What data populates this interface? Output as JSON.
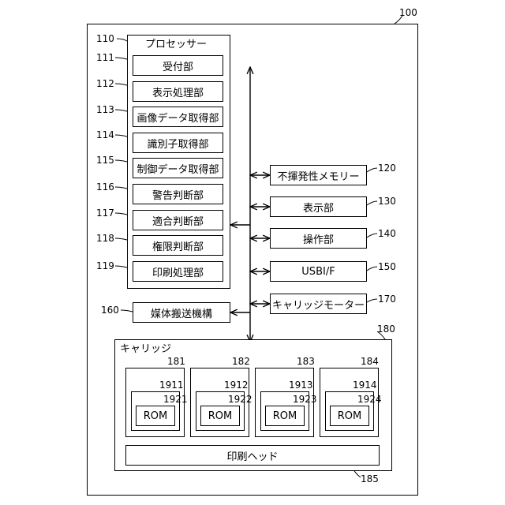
{
  "device": {
    "ref": "100"
  },
  "processor": {
    "ref": "110",
    "title": "プロセッサー",
    "units": [
      {
        "ref": "111",
        "label": "受付部"
      },
      {
        "ref": "112",
        "label": "表示処理部"
      },
      {
        "ref": "113",
        "label": "画像データ取得部"
      },
      {
        "ref": "114",
        "label": "識別子取得部"
      },
      {
        "ref": "115",
        "label": "制御データ取得部"
      },
      {
        "ref": "116",
        "label": "警告判断部"
      },
      {
        "ref": "117",
        "label": "適合判断部"
      },
      {
        "ref": "118",
        "label": "権限判断部"
      },
      {
        "ref": "119",
        "label": "印刷処理部"
      }
    ]
  },
  "peripherals": [
    {
      "ref": "120",
      "label": "不揮発性メモリー"
    },
    {
      "ref": "130",
      "label": "表示部"
    },
    {
      "ref": "140",
      "label": "操作部"
    },
    {
      "ref": "150",
      "label": "USBI/F"
    },
    {
      "ref": "170",
      "label": "キャリッジモーター"
    }
  ],
  "media_transport": {
    "ref": "160",
    "label": "媒体搬送機構"
  },
  "carriage": {
    "ref": "180",
    "title": "キャリッジ",
    "cartridges": [
      {
        "ref": "181",
        "chip_ref": "1911",
        "rom_ref": "1921",
        "rom_label": "ROM"
      },
      {
        "ref": "182",
        "chip_ref": "1912",
        "rom_ref": "1922",
        "rom_label": "ROM"
      },
      {
        "ref": "183",
        "chip_ref": "1913",
        "rom_ref": "1923",
        "rom_label": "ROM"
      },
      {
        "ref": "184",
        "chip_ref": "1914",
        "rom_ref": "1924",
        "rom_label": "ROM"
      }
    ],
    "print_head": {
      "ref": "185",
      "label": "印刷ヘッド"
    }
  }
}
